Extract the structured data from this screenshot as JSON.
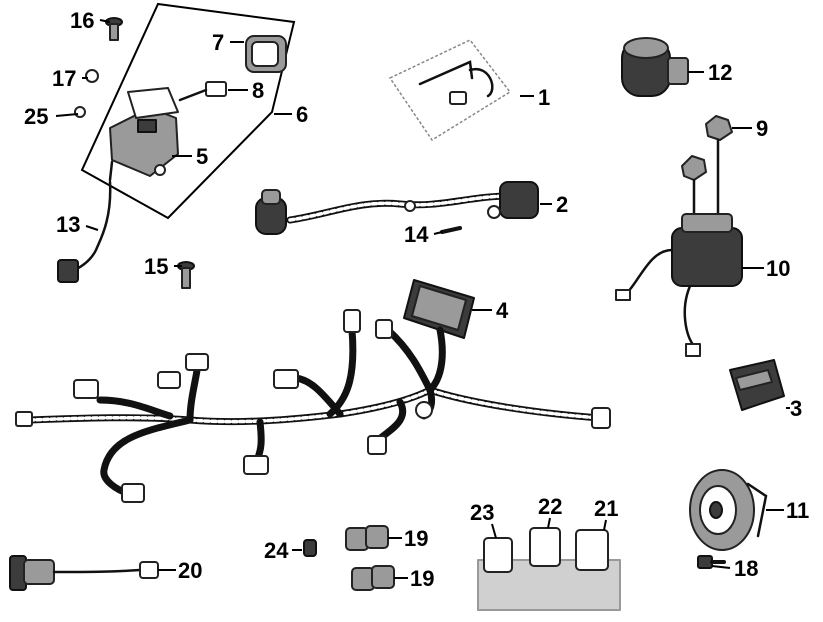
{
  "callouts": [
    {
      "id": "label-1",
      "text": "1"
    },
    {
      "id": "label-2",
      "text": "2"
    },
    {
      "id": "label-3",
      "text": "3"
    },
    {
      "id": "label-4",
      "text": "4"
    },
    {
      "id": "label-5",
      "text": "5"
    },
    {
      "id": "label-6",
      "text": "6"
    },
    {
      "id": "label-7",
      "text": "7"
    },
    {
      "id": "label-8",
      "text": "8"
    },
    {
      "id": "label-9",
      "text": "9"
    },
    {
      "id": "label-10",
      "text": "10"
    },
    {
      "id": "label-11",
      "text": "11"
    },
    {
      "id": "label-12",
      "text": "12"
    },
    {
      "id": "label-13",
      "text": "13"
    },
    {
      "id": "label-14",
      "text": "14"
    },
    {
      "id": "label-15",
      "text": "15"
    },
    {
      "id": "label-16",
      "text": "16"
    },
    {
      "id": "label-17",
      "text": "17"
    },
    {
      "id": "label-18",
      "text": "18"
    },
    {
      "id": "label-19a",
      "text": "19"
    },
    {
      "id": "label-19b",
      "text": "19"
    },
    {
      "id": "label-20",
      "text": "20"
    },
    {
      "id": "label-21",
      "text": "21"
    },
    {
      "id": "label-22",
      "text": "22"
    },
    {
      "id": "label-23",
      "text": "23"
    },
    {
      "id": "label-24",
      "text": "24"
    },
    {
      "id": "label-25",
      "text": "25"
    }
  ]
}
